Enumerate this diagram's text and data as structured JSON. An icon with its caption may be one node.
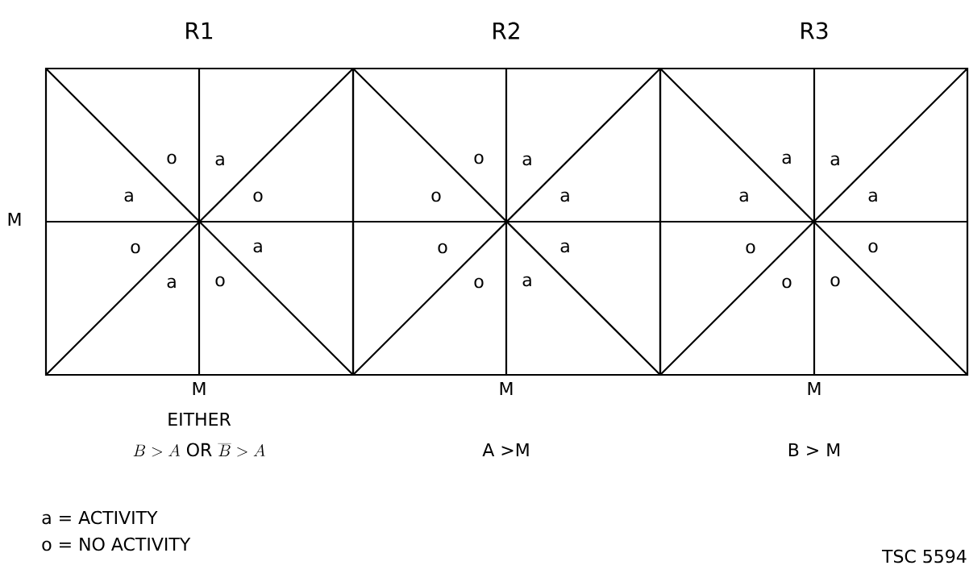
{
  "diagram": {
    "nodes": [
      {
        "text": [
          "R1"
        ]
      },
      {
        "text": [
          "R2"
        ]
      },
      {
        "text": [
          "R3"
        ]
      }
    ],
    "edges": [],
    "labels": [
      "M",
      "o",
      "a",
      "a",
      "o",
      "o",
      "a",
      "a",
      "o",
      "o",
      "a",
      "o",
      "a",
      "o",
      "a",
      "o",
      "a",
      "a",
      "a",
      "a",
      "a",
      "o",
      "o",
      "o",
      "o",
      "M",
      "M",
      "M",
      "EITHER",
      "B > A \\mathrm{\\ OR\\ } \\overline{B} > A",
      "A >M",
      "B > M",
      "a = ACTIVITY",
      "o = NO ACTIVITY",
      "TSC 5594"
    ]
  }
}
